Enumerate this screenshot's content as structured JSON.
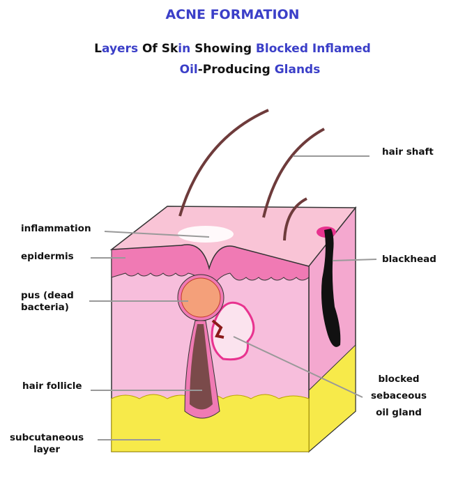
{
  "title": "ACNE FORMATION",
  "subtitle": {
    "line1": [
      {
        "t": "L",
        "c": "k"
      },
      {
        "t": "ayers",
        "c": "b"
      },
      {
        "t": " Of Sk",
        "c": "k"
      },
      {
        "t": "in",
        "c": "b"
      },
      {
        "t": " Showing ",
        "c": "k"
      },
      {
        "t": "Blocked Inflamed",
        "c": "b"
      }
    ],
    "line2": [
      {
        "t": "Oil",
        "c": "b"
      },
      {
        "t": "-Producing ",
        "c": "k"
      },
      {
        "t": "Glands",
        "c": "b"
      }
    ]
  },
  "labels": {
    "hair_shaft": "hair shaft",
    "inflammation": "inflammation",
    "epidermis": "epidermis",
    "blackhead": "blackhead",
    "pus_1": "pus (dead",
    "pus_2": "bacteria)",
    "hair_follicle": "hair follicle",
    "blocked_1": "blocked",
    "blocked_2": "sebaceous",
    "blocked_3": "oil gland",
    "subcut_1": "subcutaneous",
    "subcut_2": "layer"
  },
  "colors": {
    "title": "#3b3fc8",
    "dermis": "#f7b8d8",
    "epidermis": "#f07ab4",
    "fat": "#f7ea4a",
    "hair": "#6e3b3b"
  }
}
